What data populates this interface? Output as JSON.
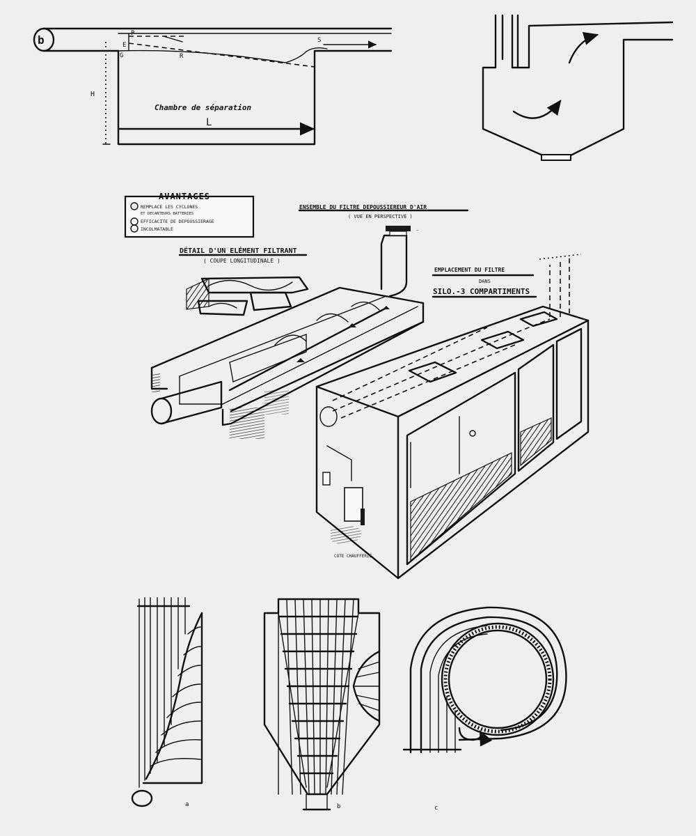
{
  "top_left": {
    "pipe_letter": "b",
    "labels": {
      "p": "P",
      "e": "E",
      "g": "G",
      "r": "R",
      "h": "H",
      "s": "S",
      "l": "L"
    },
    "chamber_label": "Chambre de séparation"
  },
  "middle": {
    "avantages": {
      "title": "AVANTAGES",
      "items": [
        "REMPLACE LES CYCLONES",
        "ET DECANTEURS BATTERIES",
        "EFFICACITE DE DEPOUSSIERAGE",
        "INCOLMATABLE"
      ]
    },
    "detail_title": "DÉTAIL D'UN ELÉMENT FILTRANT",
    "detail_subtitle": "( COUPE LONGITUDINALE )",
    "ensemble_title": "ENSEMBLE DU FILTRE DEPOUSSIEREUR D'AIR",
    "ensemble_subtitle": "( VUE EN PERSPECTIVE )",
    "emplacement_title": "EMPLACEMENT DU FILTRE",
    "emplacement_line2": "DANS",
    "emplacement_line3": "SILO.-3 COMPARTIMENTS",
    "cote_label": "COTE CHAUFFERIE"
  },
  "bottom": {
    "label_a": "a",
    "label_b": "b",
    "label_c": "c"
  }
}
